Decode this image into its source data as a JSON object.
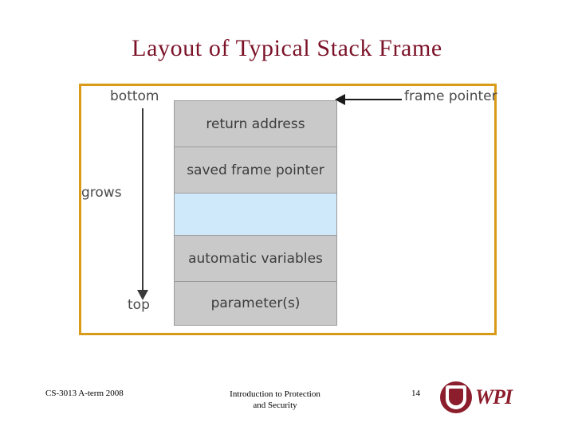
{
  "slide": {
    "title": "Layout of Typical Stack Frame"
  },
  "diagram": {
    "labels": {
      "bottom": "bottom",
      "grows": "grows",
      "top": "top",
      "frame_pointer": "frame pointer"
    },
    "border_color": "#d99a17",
    "cells": [
      {
        "label": "return address",
        "fill": "#c9c9c9"
      },
      {
        "label": "saved frame pointer",
        "fill": "#c9c9c9"
      },
      {
        "label": "",
        "fill": "#cfe9fb"
      },
      {
        "label": "automatic variables",
        "fill": "#c9c9c9"
      },
      {
        "label": "parameter(s)",
        "fill": "#c9c9c9"
      }
    ]
  },
  "footer": {
    "left": "CS-3013 A-term 2008",
    "center_line1": "Introduction to Protection",
    "center_line2": "and Security",
    "page": "14",
    "logo_text": "WPI",
    "logo_color": "#8c1d2c"
  }
}
